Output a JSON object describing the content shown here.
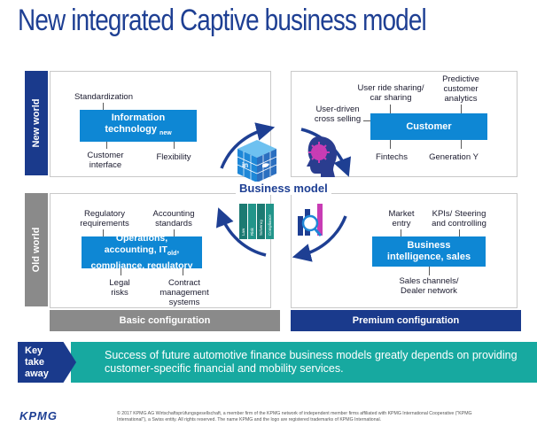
{
  "title": "New integrated Captive business model",
  "sidebar": {
    "new_world": "New world",
    "old_world": "Old world"
  },
  "center": {
    "business_model": "Business model"
  },
  "it_panel": {
    "box_label": "Information technology",
    "box_sub": "new",
    "standardization": "Standardization",
    "customer_interface": "Customer\ninterface",
    "flexibility": "Flexibility"
  },
  "customer_panel": {
    "box_label": "Customer",
    "user_ride_sharing": "User ride sharing/\ncar sharing",
    "predictive_analytics": "Predictive\ncustomer\nanalytics",
    "user_driven": "User-driven\ncross selling",
    "fintechs": "Fintechs",
    "generation_y": "Generation Y"
  },
  "ops_panel": {
    "box_line1": "Operations,",
    "box_line2": "accounting, IT",
    "box_line2_sub": "old",
    "box_line2_end": ",",
    "box_line3": "compliance, regulatory",
    "regulatory": "Regulatory\nrequirements",
    "accounting": "Accounting\nstandards",
    "legal": "Legal\nrisks",
    "contract": "Contract\nmanagement\nsystems"
  },
  "bi_panel": {
    "box_label": "Business\nintelligence, sales",
    "market_entry": "Market\nentry",
    "kpis": "KPIs/ Steering\nand controlling",
    "sales_channels": "Sales channels/\nDealer network"
  },
  "config": {
    "basic": "Basic configuration",
    "premium": "Premium configuration"
  },
  "key_takeaway": {
    "label": "Key\ntake\naway",
    "text": "Success of future automotive finance business models greatly depends on providing customer-specific financial and mobility services."
  },
  "books": [
    "Law",
    "Risk",
    "Solvency",
    "Compliance"
  ],
  "footer": {
    "logo": "KPMG",
    "copyright": "© 2017 KPMG AG Wirtschaftsprüfungsgesellschaft, a member firm of the KPMG network of independent member firms affiliated with KPMG International Cooperative (\"KPMG International\"), a Swiss entity. All rights reserved. The name KPMG and the logo are registered trademarks of KPMG International."
  },
  "colors": {
    "title_blue": "#1e3f93",
    "box_blue": "#0e87d4",
    "sidebar_new": "#1a3a8c",
    "sidebar_old": "#8a8a8a",
    "premium": "#1a3a8c",
    "basic": "#8a8a8a",
    "teal": "#17a9a0"
  }
}
